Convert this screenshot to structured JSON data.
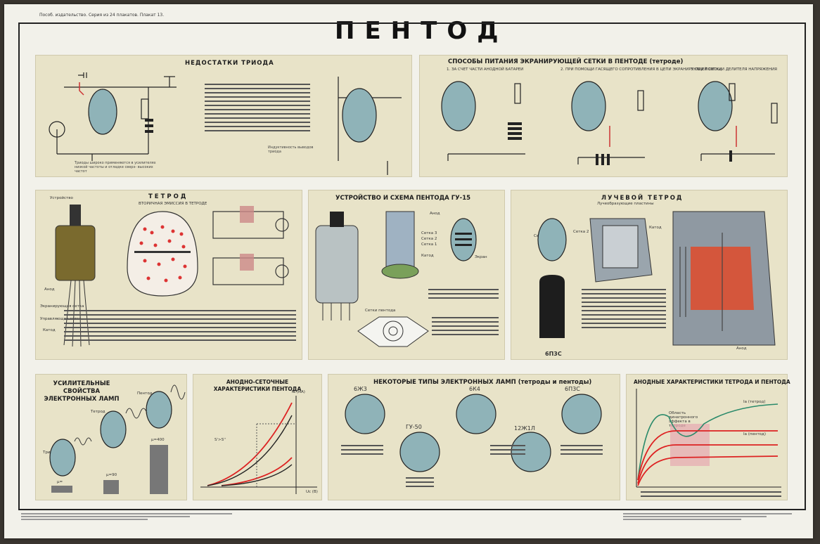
{
  "poster": {
    "series": "Пособ. издательство. Серия из 24 плакатов. Плакат 13.",
    "title": "ПЕНТОД"
  },
  "panels": {
    "p1": {
      "title": "НЕДОСТАТКИ ТРИОДА",
      "caption": "Триоды широко применяются в усилителях низкой частоты и отладке сверх- высоких частот",
      "caption2": "Индуктивность выводов триода"
    },
    "p2": {
      "title": "СПОСОБЫ ПИТАНИЯ ЭКРАНИРУЮЩЕЙ СЕТКИ В ПЕНТОДЕ (тетроде)",
      "m1": "1. ЗА СЧЕТ ЧАСТИ АНОДНОЙ БАТАРЕИ",
      "m2": "2. ПРИ ПОМОЩИ ГАСЯЩЕГО СОПРОТИВЛЕНИЯ В ЦЕПИ ЭКРАНИРУЮЩЕЙ СЕТКИ",
      "m3": "3. ПРИ ПОМОЩИ ДЕЛИТЕЛЯ НАПРЯЖЕНИЯ"
    },
    "p3": {
      "title": "ТЕТРОД",
      "sub": "ВТОРИЧНАЯ ЭМИССИЯ В ТЕТРОДЕ",
      "l1": "Устройство",
      "l2": "Анод",
      "l3": "Экранирующая сетка",
      "l4": "Управляющая сетка",
      "l5": "Катод"
    },
    "p4": {
      "title": "УСТРОЙСТВО И СХЕМА ПЕНТОДА ГУ-15",
      "l1": "Анод",
      "l2": "Сетка 3",
      "l3": "Сетка 2",
      "l4": "Сетка 1",
      "l5": "Катод",
      "l6": "Экран",
      "l7": "Сетки пентода"
    },
    "p5": {
      "title": "ЛУЧЕВОЙ ТЕТРОД",
      "l1": "Лучеобразующие пластины",
      "l2": "Сетка 1",
      "l3": "Сетка 2",
      "l4": "Катод",
      "l5": "Анод",
      "tube": "6П3С"
    },
    "p6": {
      "title": "УСИЛИТЕЛЬНЫЕ СВОЙСТВА ЭЛЕКТРОННЫХ ЛАМП",
      "l1": "Триод",
      "l2": "Тетрод",
      "l3": "Пентод",
      "m1": "μ=",
      "m2": "μ=90",
      "m3": "μ=400"
    },
    "p7": {
      "title": "АНОДНО-СЕТОЧНЫЕ ХАРАКТЕРИСТИКИ ПЕНТОДА",
      "y": "Iа (мА)",
      "x": "Uс (В)",
      "s": "S'>S''"
    },
    "p8": {
      "title": "НЕКОТОРЫЕ ТИПЫ ЭЛЕКТРОННЫХ ЛАМП (тетроды и пентоды)",
      "t1": "6Ж3",
      "t2": "6К4",
      "t3": "6П3С",
      "t4": "ГУ-50",
      "t5": "12Ж1Л"
    },
    "p9": {
      "title": "АНОДНЫЕ ХАРАКТЕРИСТИКИ ТЕТРОДА И ПЕНТОДА",
      "l1": "Область динатронного эффекта в тетроде",
      "l2": "Ia (тетрод)",
      "l3": "Ia (пентод)"
    }
  }
}
